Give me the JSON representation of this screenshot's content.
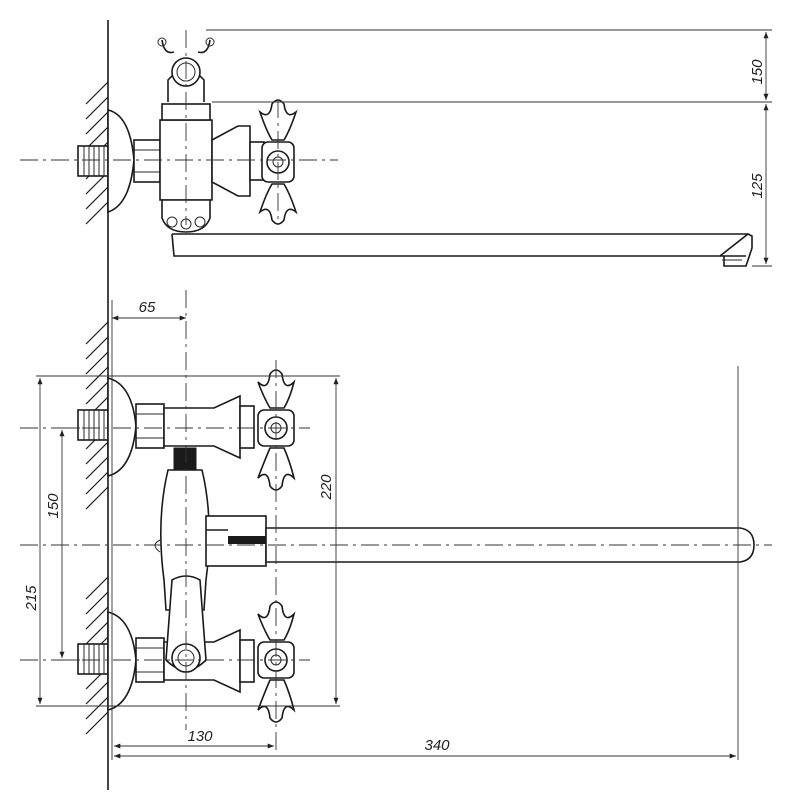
{
  "drawing": {
    "dimensions": {
      "shower_holder_height": "150",
      "spout_height": "125",
      "wall_offset": "65",
      "height_220": "220",
      "inlet_spacing": "150",
      "inlet_height": "215",
      "handle_reach": "130",
      "spout_length": "340"
    }
  }
}
